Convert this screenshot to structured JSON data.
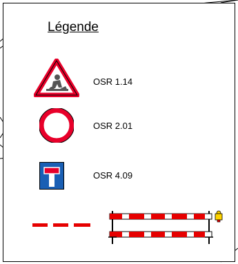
{
  "legend": {
    "title": "Légende",
    "items": [
      {
        "icon": "roadwork-warning-sign-icon",
        "code": "OSR 1.14"
      },
      {
        "icon": "no-entry-circle-sign-icon",
        "code": "OSR 2.01"
      },
      {
        "icon": "dead-end-sign-icon",
        "code": "OSR 4.09"
      }
    ],
    "symbols": [
      {
        "icon": "red-dashed-line-icon"
      },
      {
        "icon": "barrier-with-warning-light-icon"
      }
    ]
  },
  "colors": {
    "sign_red": "#e8002a",
    "sign_blue": "#1a5fb4",
    "barrier_red": "#e60000",
    "light_yellow": "#ffd400"
  }
}
